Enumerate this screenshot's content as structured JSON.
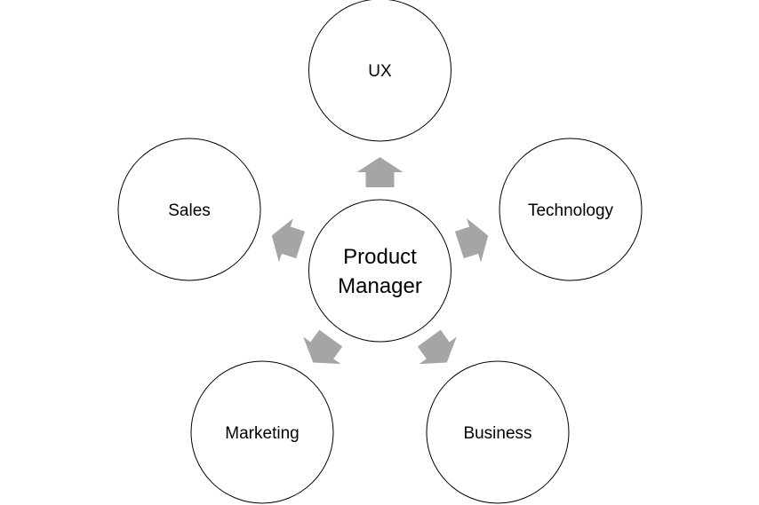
{
  "diagram": {
    "center": {
      "label_line1": "Product",
      "label_line2": "Manager"
    },
    "nodes": [
      {
        "label": "UX"
      },
      {
        "label": "Technology"
      },
      {
        "label": "Business"
      },
      {
        "label": "Marketing"
      },
      {
        "label": "Sales"
      }
    ],
    "arrow_color": "#A5A5A5",
    "stroke_color": "#000000"
  }
}
